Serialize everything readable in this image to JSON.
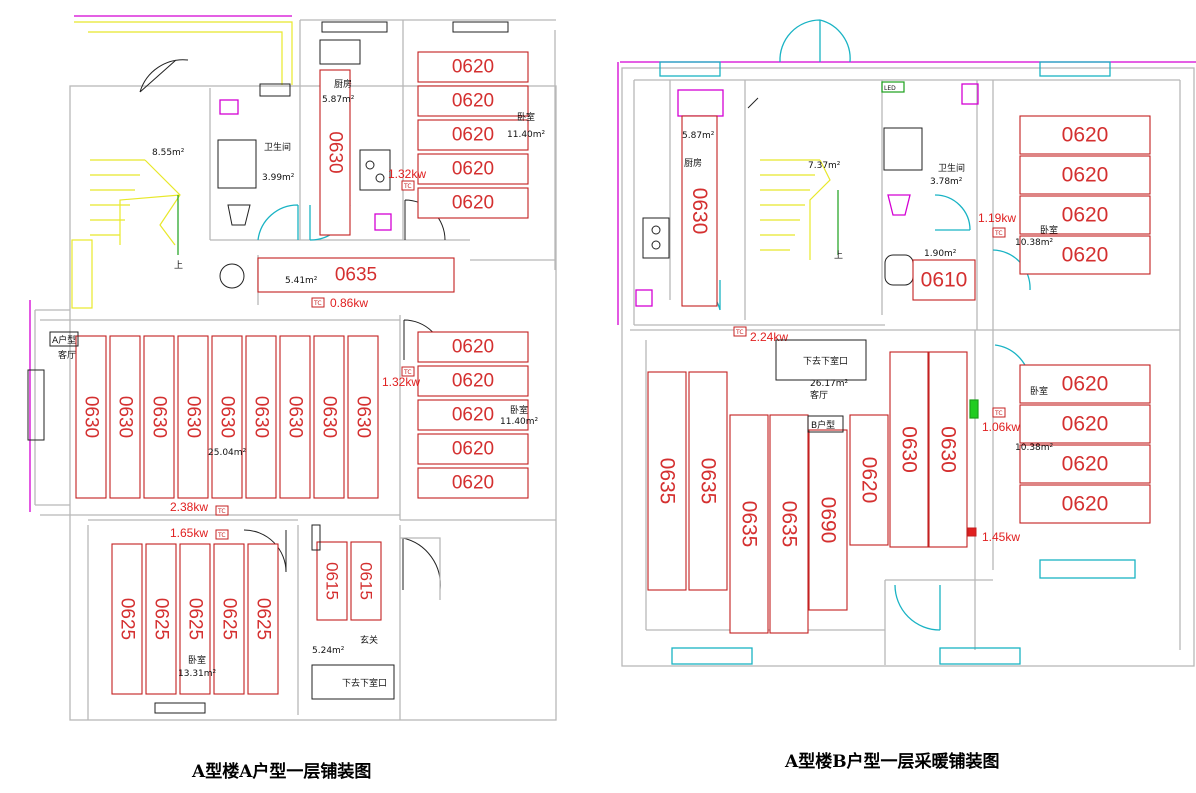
{
  "captions": {
    "left": "A型楼A户型一层铺装图",
    "right": "A型楼B户型一层采暖铺装图"
  },
  "plan_a": {
    "rooms": [
      {
        "id": "stair",
        "area": "8.55m²",
        "up": "上"
      },
      {
        "id": "kitchen",
        "name": "厨房",
        "area": "5.87m²"
      },
      {
        "id": "bath",
        "name": "卫生间",
        "area": "3.99m²"
      },
      {
        "id": "bed-ne",
        "name": "卧室",
        "area": "11.40m²"
      },
      {
        "id": "hall",
        "area": "5.41m²"
      },
      {
        "id": "living",
        "tag": "A户型",
        "name": "客厅",
        "area": "25.04m²"
      },
      {
        "id": "bed-e",
        "name": "卧室",
        "area": "11.40m²"
      },
      {
        "id": "bed-s",
        "name": "卧室",
        "area": "13.31m²"
      },
      {
        "id": "foyer",
        "name": "玄关",
        "area": "5.24m²"
      },
      {
        "id": "basement",
        "name": "下去下室口"
      }
    ],
    "powers": [
      "1.32kw",
      "0.86kw",
      "1.32kw",
      "2.38kw",
      "1.65kw"
    ],
    "panels": [
      "0620",
      "0630",
      "0635",
      "0625",
      "0615"
    ]
  },
  "plan_b": {
    "rooms": [
      {
        "id": "kitchen",
        "name": "厨房",
        "area": "5.87m²"
      },
      {
        "id": "stair",
        "area": "7.37m²",
        "up": "上"
      },
      {
        "id": "bath",
        "name": "卫生间",
        "area": "3.78m²",
        "fixture": "LED"
      },
      {
        "id": "bed-ne",
        "name": "卧室",
        "area": "10.38m²"
      },
      {
        "id": "wc",
        "area": "1.90m²"
      },
      {
        "id": "living",
        "tag": "B户型",
        "name": "客厅",
        "area": "26.17m²",
        "note": "下去下室口"
      },
      {
        "id": "bed-se",
        "name": "卧室",
        "area": "10.38m²"
      }
    ],
    "powers": [
      "1.19kw",
      "2.24kw",
      "1.06kw",
      "1.45kw"
    ],
    "panels": [
      "0620",
      "0630",
      "0610",
      "0635",
      "0690"
    ]
  },
  "thermostat_label": "TC",
  "colors": {
    "wall": "#b8b8b8",
    "door": "#19b3c4",
    "stair": "#e8e82a",
    "pipe": "#c42020",
    "label": "#e02020",
    "fixture": "#d400d4"
  }
}
